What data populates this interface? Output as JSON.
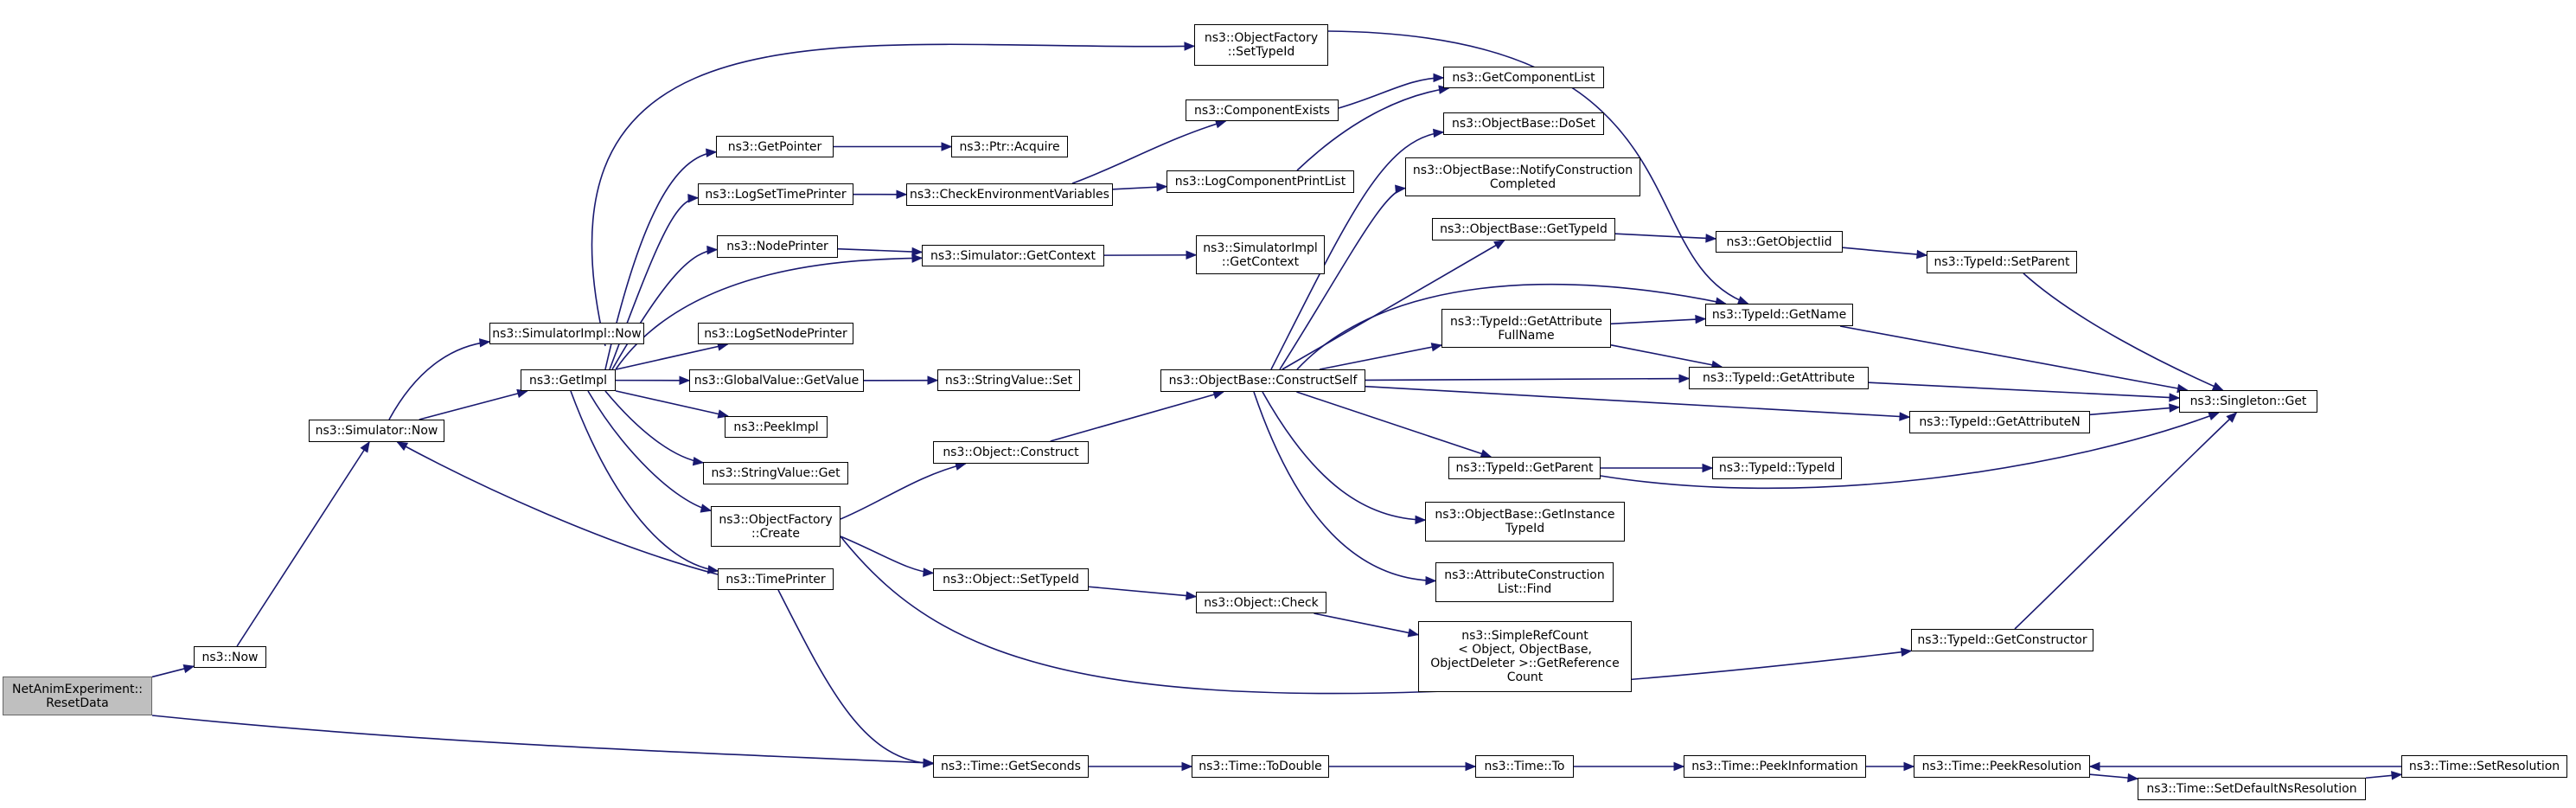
{
  "graph": {
    "nodes": [
      {
        "id": "root",
        "lines": [
          "NetAnimExperiment::",
          "ResetData"
        ],
        "root": true
      },
      {
        "id": "now",
        "lines": [
          "ns3::Now"
        ]
      },
      {
        "id": "simnow",
        "lines": [
          "ns3::Simulator::Now"
        ]
      },
      {
        "id": "simimplnow",
        "lines": [
          "ns3::SimulatorImpl::Now"
        ]
      },
      {
        "id": "getimpl",
        "lines": [
          "ns3::GetImpl"
        ]
      },
      {
        "id": "getpointer",
        "lines": [
          "ns3::GetPointer"
        ]
      },
      {
        "id": "ptracquire",
        "lines": [
          "ns3::Ptr::Acquire"
        ]
      },
      {
        "id": "logsettimeprinter",
        "lines": [
          "ns3::LogSetTimePrinter"
        ]
      },
      {
        "id": "checkenv",
        "lines": [
          "ns3::CheckEnvironmentVariables"
        ]
      },
      {
        "id": "componentexists",
        "lines": [
          "ns3::ComponentExists"
        ]
      },
      {
        "id": "getcomponentlist",
        "lines": [
          "ns3::GetComponentList"
        ]
      },
      {
        "id": "logcomponentprintlist",
        "lines": [
          "ns3::LogComponentPrintList"
        ]
      },
      {
        "id": "nodeprinter",
        "lines": [
          "ns3::NodePrinter"
        ]
      },
      {
        "id": "simgetcontext",
        "lines": [
          "ns3::Simulator::GetContext"
        ]
      },
      {
        "id": "simimplgetcontext",
        "lines": [
          "ns3::SimulatorImpl",
          "::GetContext"
        ]
      },
      {
        "id": "logsetnodeprinter",
        "lines": [
          "ns3::LogSetNodePrinter"
        ]
      },
      {
        "id": "globalvaluegetvalue",
        "lines": [
          "ns3::GlobalValue::GetValue"
        ]
      },
      {
        "id": "stringvalueset",
        "lines": [
          "ns3::StringValue::Set"
        ]
      },
      {
        "id": "peekimpl",
        "lines": [
          "ns3::PeekImpl"
        ]
      },
      {
        "id": "stringvalueget",
        "lines": [
          "ns3::StringValue::Get"
        ]
      },
      {
        "id": "objfactorycreate",
        "lines": [
          "ns3::ObjectFactory",
          "::Create"
        ]
      },
      {
        "id": "timeprinter",
        "lines": [
          "ns3::TimePrinter"
        ]
      },
      {
        "id": "objfactorysettypeid",
        "lines": [
          "ns3::ObjectFactory",
          "::SetTypeId"
        ]
      },
      {
        "id": "objectconstruct",
        "lines": [
          "ns3::Object::Construct"
        ]
      },
      {
        "id": "objectsettypeid",
        "lines": [
          "ns3::Object::SetTypeId"
        ]
      },
      {
        "id": "objectcheck",
        "lines": [
          "ns3::Object::Check"
        ]
      },
      {
        "id": "simplerefcount",
        "lines": [
          "ns3::SimpleRefCount",
          "< Object, ObjectBase,",
          "ObjectDeleter >::GetReference",
          "Count"
        ]
      },
      {
        "id": "constructself",
        "lines": [
          "ns3::ObjectBase::ConstructSelf"
        ]
      },
      {
        "id": "doset",
        "lines": [
          "ns3::ObjectBase::DoSet"
        ]
      },
      {
        "id": "notifyconstruction",
        "lines": [
          "ns3::ObjectBase::NotifyConstruction",
          "Completed"
        ]
      },
      {
        "id": "objbasegettypeid",
        "lines": [
          "ns3::ObjectBase::GetTypeId"
        ]
      },
      {
        "id": "getobjectiid",
        "lines": [
          "ns3::GetObjectIid"
        ]
      },
      {
        "id": "typeidsetparent",
        "lines": [
          "ns3::TypeId::SetParent"
        ]
      },
      {
        "id": "getattributefullname",
        "lines": [
          "ns3::TypeId::GetAttribute",
          "FullName"
        ]
      },
      {
        "id": "typeidgetname",
        "lines": [
          "ns3::TypeId::GetName"
        ]
      },
      {
        "id": "typeidgetattribute",
        "lines": [
          "ns3::TypeId::GetAttribute"
        ]
      },
      {
        "id": "singletonget",
        "lines": [
          "ns3::Singleton::Get"
        ]
      },
      {
        "id": "getattributen",
        "lines": [
          "ns3::TypeId::GetAttributeN"
        ]
      },
      {
        "id": "typeidgetparent",
        "lines": [
          "ns3::TypeId::GetParent"
        ]
      },
      {
        "id": "typeidtypeid",
        "lines": [
          "ns3::TypeId::TypeId"
        ]
      },
      {
        "id": "getinstancetypeid",
        "lines": [
          "ns3::ObjectBase::GetInstance",
          "TypeId"
        ]
      },
      {
        "id": "attrconstructionfind",
        "lines": [
          "ns3::AttributeConstruction",
          "List::Find"
        ]
      },
      {
        "id": "getconstructor",
        "lines": [
          "ns3::TypeId::GetConstructor"
        ]
      },
      {
        "id": "timegetseconds",
        "lines": [
          "ns3::Time::GetSeconds"
        ]
      },
      {
        "id": "timetodouble",
        "lines": [
          "ns3::Time::ToDouble"
        ]
      },
      {
        "id": "timeto",
        "lines": [
          "ns3::Time::To"
        ]
      },
      {
        "id": "peekinformation",
        "lines": [
          "ns3::Time::PeekInformation"
        ]
      },
      {
        "id": "peekresolution",
        "lines": [
          "ns3::Time::PeekResolution"
        ]
      },
      {
        "id": "setdefaultnsresolution",
        "lines": [
          "ns3::Time::SetDefaultNsResolution"
        ]
      },
      {
        "id": "setresolution",
        "lines": [
          "ns3::Time::SetResolution"
        ]
      }
    ],
    "edges": [
      [
        "root",
        "now"
      ],
      [
        "root",
        "timegetseconds"
      ],
      [
        "now",
        "simnow"
      ],
      [
        "simnow",
        "simimplnow"
      ],
      [
        "simnow",
        "getimpl"
      ],
      [
        "getimpl",
        "getpointer"
      ],
      [
        "getimpl",
        "logsettimeprinter"
      ],
      [
        "getimpl",
        "nodeprinter"
      ],
      [
        "getimpl",
        "logsetnodeprinter"
      ],
      [
        "getimpl",
        "globalvaluegetvalue"
      ],
      [
        "getimpl",
        "peekimpl"
      ],
      [
        "getimpl",
        "stringvalueget"
      ],
      [
        "getimpl",
        "objfactorycreate"
      ],
      [
        "getimpl",
        "timeprinter"
      ],
      [
        "getimpl",
        "objfactorysettypeid"
      ],
      [
        "getimpl",
        "simgetcontext"
      ],
      [
        "getpointer",
        "ptracquire"
      ],
      [
        "logsettimeprinter",
        "checkenv"
      ],
      [
        "checkenv",
        "componentexists"
      ],
      [
        "checkenv",
        "logcomponentprintlist"
      ],
      [
        "componentexists",
        "getcomponentlist"
      ],
      [
        "logcomponentprintlist",
        "getcomponentlist"
      ],
      [
        "nodeprinter",
        "simgetcontext"
      ],
      [
        "simgetcontext",
        "simimplgetcontext"
      ],
      [
        "globalvaluegetvalue",
        "stringvalueset"
      ],
      [
        "objfactorycreate",
        "objectconstruct"
      ],
      [
        "objfactorycreate",
        "objectsettypeid"
      ],
      [
        "objfactorycreate",
        "getconstructor"
      ],
      [
        "objfactorysettypeid",
        "typeidgetname"
      ],
      [
        "objectconstruct",
        "constructself"
      ],
      [
        "objectsettypeid",
        "objectcheck"
      ],
      [
        "objectcheck",
        "simplerefcount"
      ],
      [
        "constructself",
        "doset"
      ],
      [
        "constructself",
        "notifyconstruction"
      ],
      [
        "constructself",
        "objbasegettypeid"
      ],
      [
        "constructself",
        "getattributefullname"
      ],
      [
        "constructself",
        "typeidgetname"
      ],
      [
        "constructself",
        "typeidgetattribute"
      ],
      [
        "constructself",
        "getattributen"
      ],
      [
        "constructself",
        "typeidgetparent"
      ],
      [
        "constructself",
        "getinstancetypeid"
      ],
      [
        "constructself",
        "attrconstructionfind"
      ],
      [
        "objbasegettypeid",
        "getobjectiid"
      ],
      [
        "getobjectiid",
        "typeidsetparent"
      ],
      [
        "typeidsetparent",
        "singletonget"
      ],
      [
        "getattributefullname",
        "typeidgetname"
      ],
      [
        "getattributefullname",
        "typeidgetattribute"
      ],
      [
        "typeidgetname",
        "singletonget"
      ],
      [
        "typeidgetattribute",
        "singletonget"
      ],
      [
        "getattributen",
        "singletonget"
      ],
      [
        "typeidgetparent",
        "typeidtypeid"
      ],
      [
        "typeidgetparent",
        "singletonget"
      ],
      [
        "getconstructor",
        "singletonget"
      ],
      [
        "timeprinter",
        "simnow"
      ],
      [
        "timeprinter",
        "timegetseconds"
      ],
      [
        "timegetseconds",
        "timetodouble"
      ],
      [
        "timetodouble",
        "timeto"
      ],
      [
        "timeto",
        "peekinformation"
      ],
      [
        "peekinformation",
        "peekresolution"
      ],
      [
        "peekresolution",
        "setdefaultnsresolution"
      ],
      [
        "setdefaultnsresolution",
        "setresolution"
      ],
      [
        "setresolution",
        "peekresolution"
      ]
    ]
  }
}
